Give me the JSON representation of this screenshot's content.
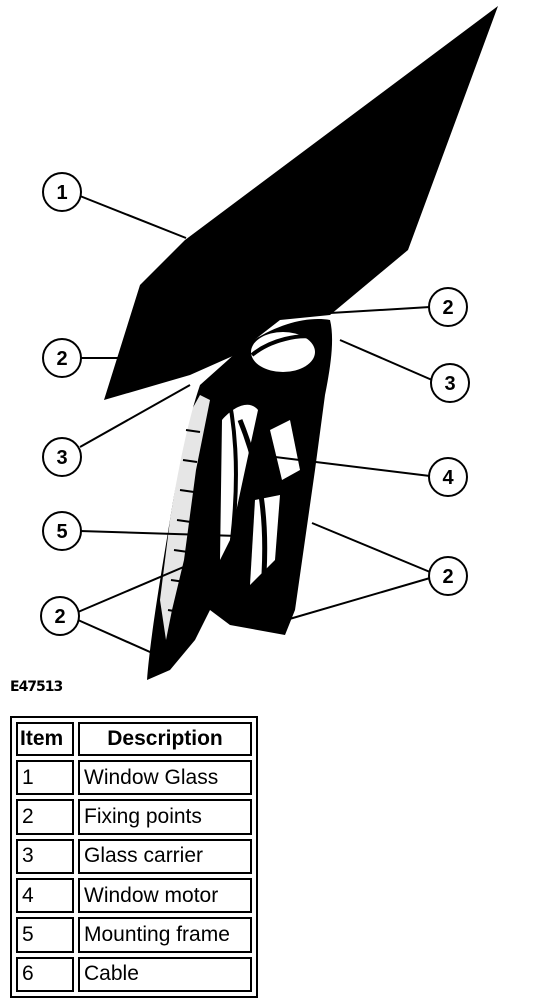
{
  "figure_id": "E47513",
  "callouts": [
    "1",
    "2",
    "2",
    "3",
    "3",
    "4",
    "5",
    "2",
    "2"
  ],
  "table": {
    "headers": [
      "Item",
      "Description"
    ],
    "rows": [
      [
        "1",
        "Window Glass"
      ],
      [
        "2",
        "Fixing points"
      ],
      [
        "3",
        "Glass carrier"
      ],
      [
        "4",
        "Window motor"
      ],
      [
        "5",
        "Mounting frame"
      ],
      [
        "6",
        "Cable"
      ]
    ]
  }
}
